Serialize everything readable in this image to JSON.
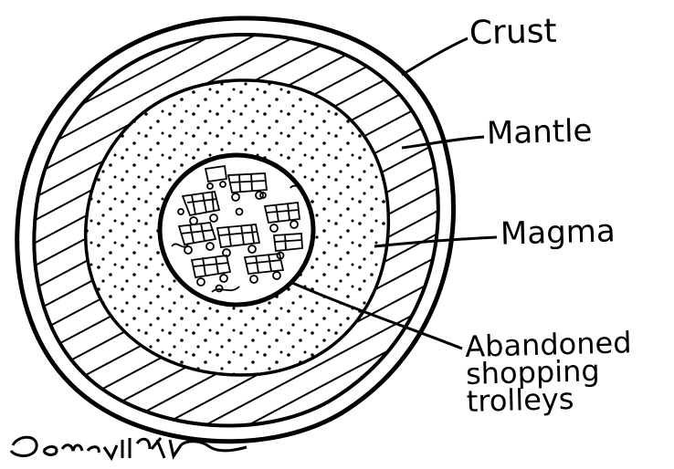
{
  "diagram": {
    "labels": {
      "crust": "Crust",
      "mantle": "Mantle",
      "magma": "Magma",
      "core_line1": "Abandoned",
      "core_line2": "shopping",
      "core_line3": "trolleys"
    },
    "signature_text": "Somerville",
    "colors": {
      "ink": "#000000",
      "paper": "#ffffff"
    }
  }
}
